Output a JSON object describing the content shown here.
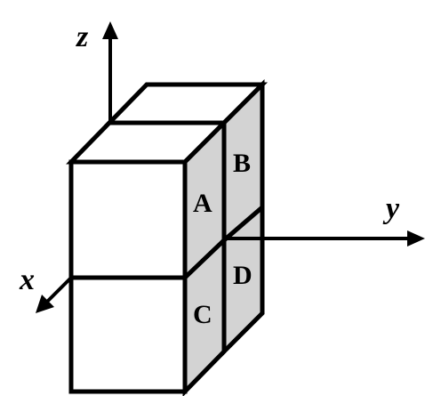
{
  "axes": {
    "x": "x",
    "y": "y",
    "z": "z"
  },
  "cells": {
    "a": "A",
    "b": "B",
    "c": "C",
    "d": "D"
  },
  "colors": {
    "gray_face": "#d3d3d3",
    "line": "#000000",
    "background": "#ffffff"
  }
}
